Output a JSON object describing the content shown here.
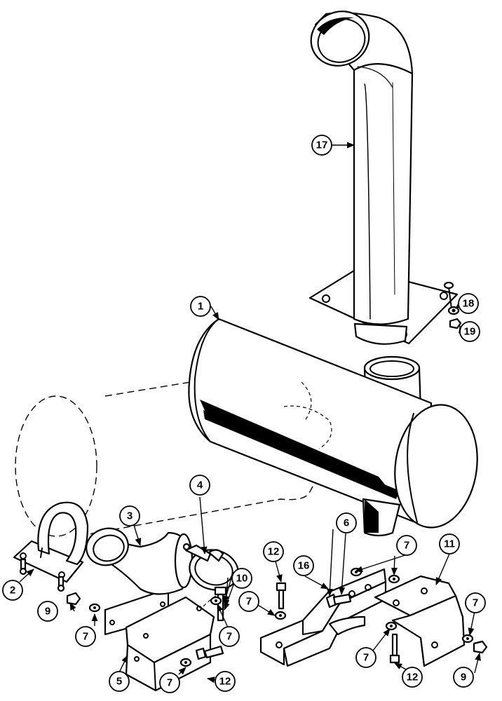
{
  "callouts": {
    "c1": "1",
    "c2": "2",
    "c3": "3",
    "c4": "4",
    "c5": "5",
    "c6": "6",
    "c7": "7",
    "c9": "9",
    "c10": "10",
    "c11": "11",
    "c12": "12",
    "c16": "16",
    "c17": "17",
    "c18": "18",
    "c19": "19"
  }
}
